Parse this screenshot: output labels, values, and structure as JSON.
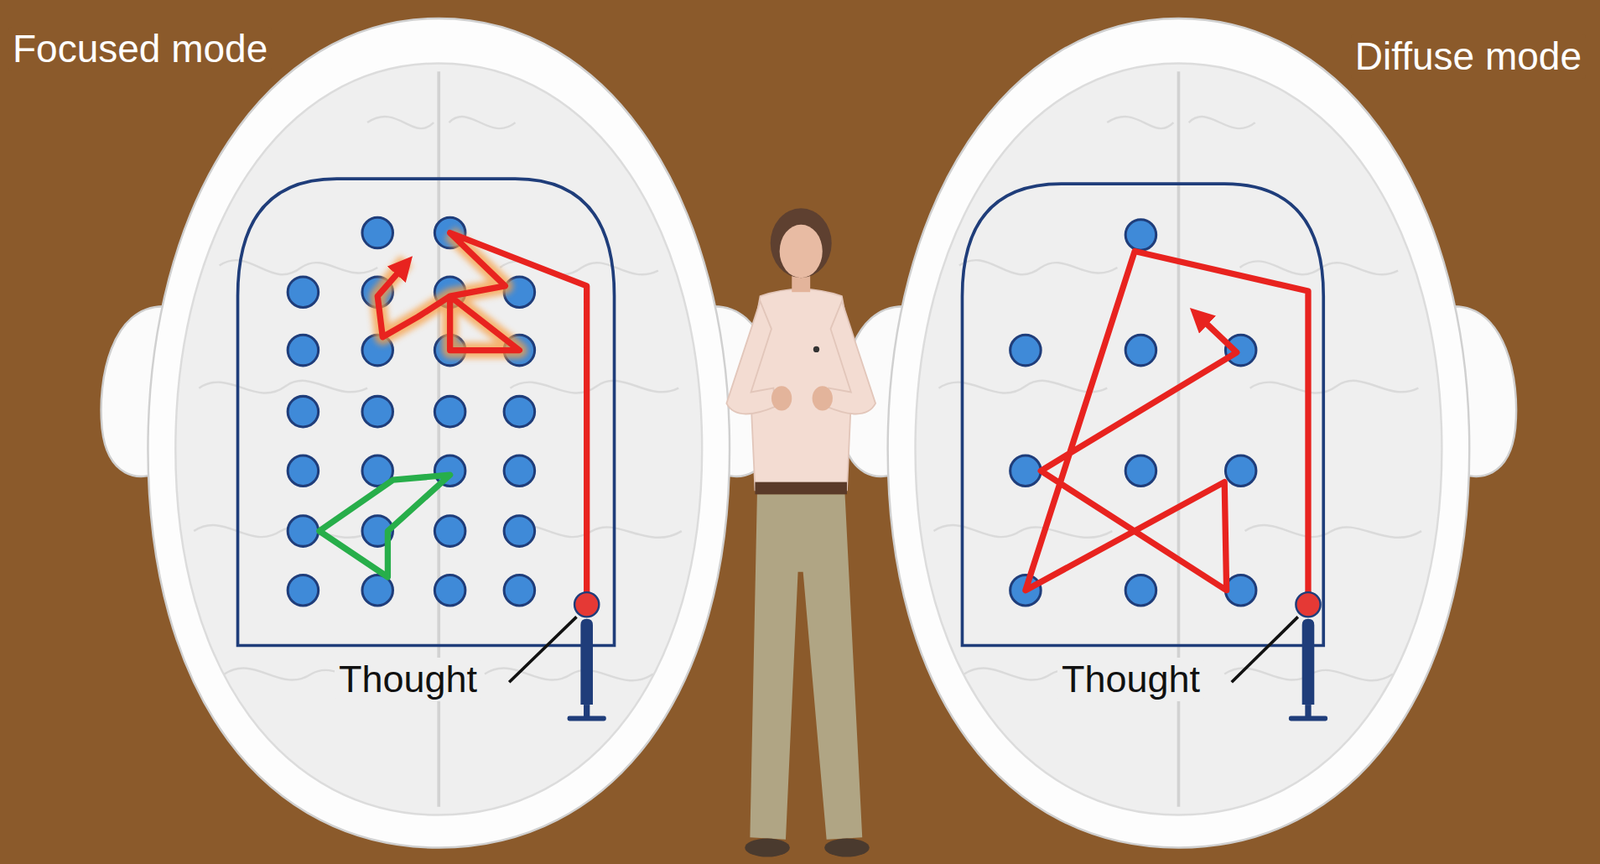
{
  "diagram": {
    "labels": [
      "Focused mode",
      "Diffuse mode",
      "Thought",
      "Thought"
    ]
  }
}
